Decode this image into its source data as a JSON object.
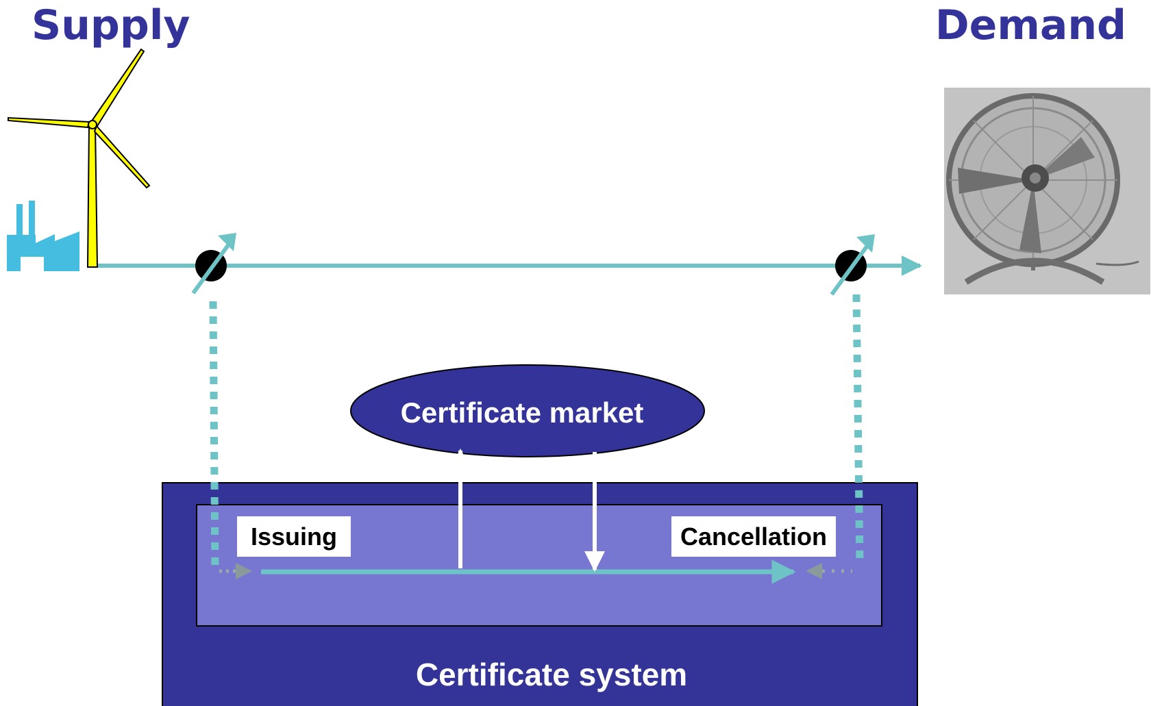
{
  "supply": {
    "title": "Supply"
  },
  "demand": {
    "title": "Demand"
  },
  "market": {
    "label": "Certificate market"
  },
  "system": {
    "label": "Certificate system",
    "issuing_label": "Issuing",
    "cancellation_label": "Cancellation"
  },
  "colors": {
    "heading": "#33339a",
    "flow": "#6ec3c6",
    "system_outer": "#343398",
    "system_inner": "#7777d1",
    "market_fill": "#33339a",
    "turbine": "#ffff00",
    "factory": "#45bde0"
  },
  "icons": {
    "factory": "factory-icon",
    "wind_turbine": "wind-turbine-icon",
    "fan": "fan-icon",
    "meter_supply": "meter-icon",
    "meter_demand": "meter-icon"
  }
}
